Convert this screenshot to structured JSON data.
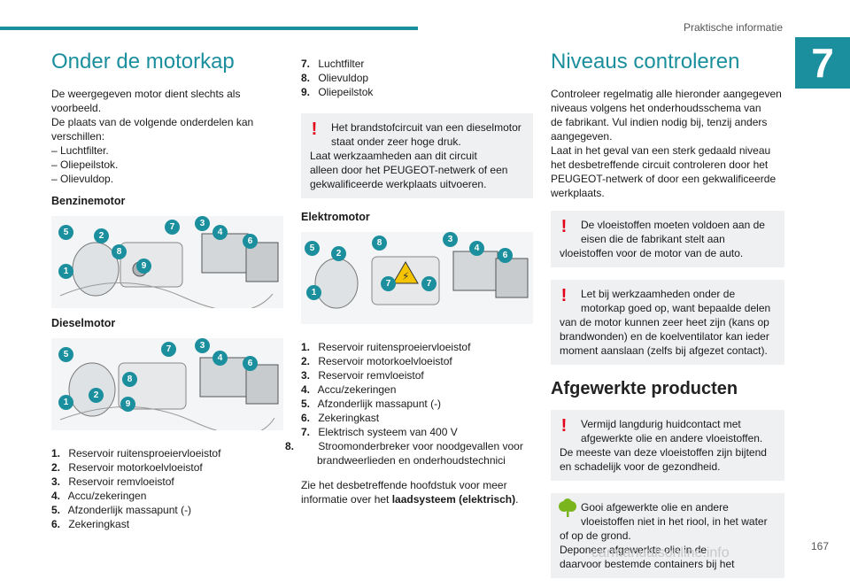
{
  "header": {
    "section_title": "Praktische informatie",
    "chapter_number": "7"
  },
  "left": {
    "title": "Onder de motorkap",
    "intro_lines": [
      "De weergegeven motor dient slechts als",
      "voorbeeld.",
      "De plaats van de volgende onderdelen kan",
      "verschillen:",
      "– Luchtfilter.",
      "– Oliepeilstok.",
      "– Olievuldop."
    ],
    "petrol_heading": "Benzinemotor",
    "diesel_heading": "Dieselmotor",
    "petrol_callouts": [
      "5",
      "2",
      "8",
      "1",
      "9",
      "7",
      "3",
      "4",
      "6"
    ],
    "diesel_callouts": [
      "5",
      "7",
      "3",
      "4",
      "6",
      "8",
      "1",
      "2",
      "9"
    ],
    "items": [
      {
        "num": "1.",
        "text": "Reservoir ruitensproeiervloeistof"
      },
      {
        "num": "2.",
        "text": "Reservoir motorkoelvloeistof"
      },
      {
        "num": "3.",
        "text": "Reservoir remvloeistof"
      },
      {
        "num": "4.",
        "text": "Accu/zekeringen"
      },
      {
        "num": "5.",
        "text": "Afzonderlijk massapunt (-)"
      },
      {
        "num": "6.",
        "text": "Zekeringkast"
      }
    ]
  },
  "middle": {
    "items_top": [
      {
        "num": "7.",
        "text": "Luchtfilter"
      },
      {
        "num": "8.",
        "text": "Olievuldop"
      },
      {
        "num": "9.",
        "text": "Oliepeilstok"
      }
    ],
    "warning_lines": [
      "Het brandstofcircuit van een dieselmotor",
      "staat onder zeer hoge druk.",
      "Laat werkzaamheden aan dit circuit",
      "alleen door het PEUGEOT-netwerk of een",
      "gekwalificeerde werkplaats uitvoeren."
    ],
    "electric_heading": "Elektromotor",
    "electric_callouts": [
      "5",
      "2",
      "8",
      "3",
      "4",
      "6",
      "1",
      "7",
      "7"
    ],
    "items": [
      {
        "num": "1.",
        "text": "Reservoir ruitensproeiervloeistof"
      },
      {
        "num": "2.",
        "text": "Reservoir motorkoelvloeistof"
      },
      {
        "num": "3.",
        "text": "Reservoir remvloeistof"
      },
      {
        "num": "4.",
        "text": "Accu/zekeringen"
      },
      {
        "num": "5.",
        "text": "Afzonderlijk massapunt (-)"
      },
      {
        "num": "6.",
        "text": "Zekeringkast"
      },
      {
        "num": "7.",
        "text": "Elektrisch systeem van 400 V"
      },
      {
        "num": "8.",
        "text": "Stroomonderbreker voor noodgevallen voor brandweerlieden en onderhoudstechnici"
      }
    ],
    "footer_text": "Zie het desbetreffende hoofdstuk voor meer informatie over het ",
    "footer_bold": "laadsysteem (elektrisch)",
    "footer_end": "."
  },
  "right": {
    "title": "Niveaus controleren",
    "intro_lines": [
      "Controleer regelmatig alle hieronder aangegeven",
      "niveaus volgens het onderhoudsschema van",
      "de fabrikant. Vul indien nodig bij, tenzij anders",
      "aangegeven.",
      "Laat in het geval van een sterk gedaald niveau",
      "het desbetreffende circuit controleren door het",
      "PEUGEOT-netwerk of door een gekwalificeerde",
      "werkplaats."
    ],
    "warning1_lines": [
      "De vloeistoffen moeten voldoen aan de",
      "eisen die de fabrikant stelt aan",
      "vloeistoffen voor de motor van de auto."
    ],
    "warning2_lines": [
      "Let bij werkzaamheden onder de",
      "motorkap goed op, want bepaalde delen",
      "van de motor kunnen zeer heet zijn (kans op",
      "brandwonden) en de koelventilator kan ieder",
      "moment aanslaan (zelfs bij afgezet contact)."
    ],
    "subtitle": "Afgewerkte producten",
    "warning3_lines": [
      "Vermijd langdurig huidcontact met",
      "afgewerkte olie en andere vloeistoffen.",
      "De meeste van deze vloeistoffen zijn bijtend",
      "en schadelijk voor de gezondheid."
    ],
    "eco_lines": [
      "Gooi afgewerkte olie en andere",
      "vloeistoffen niet in het riool, in het water",
      "of op de grond.",
      "Deponeer afgewerkte olie in de",
      "daarvoor bestemde containers bij het"
    ]
  },
  "footer": {
    "page_number": "167",
    "watermark": "carmanualsonline.info"
  }
}
